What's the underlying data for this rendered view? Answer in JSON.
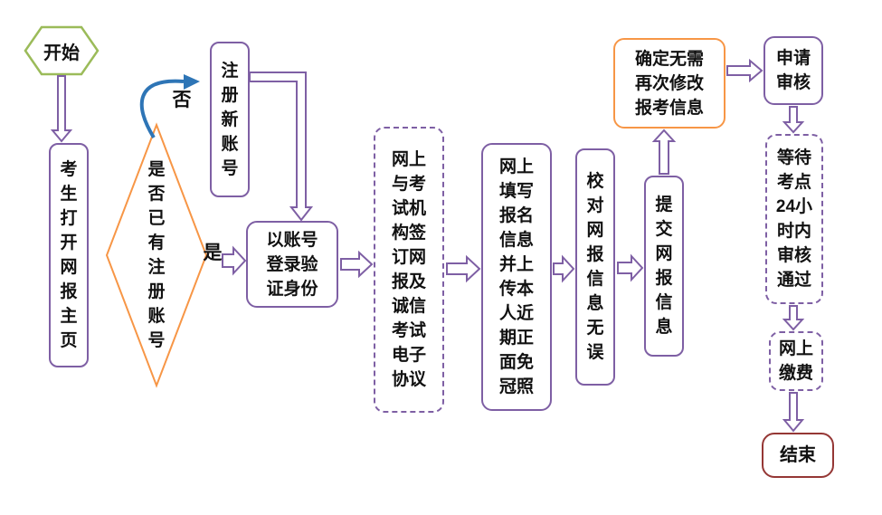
{
  "flowchart": {
    "title_hint": "exam-online-registration-flowchart",
    "nodes": {
      "start": "开始",
      "open_homepage": "考生打开网报主页",
      "has_account": "是否已有注册账号",
      "register_new": "注册新账号",
      "login_verify": "以账号登录验证身份",
      "sign_agreement": "网上与考试机构签订网报及诚信考试电子协议",
      "fill_info": "网上填写报名信息并上传本人近期正面免冠照",
      "proofread": "校对网报信息无误",
      "submit": "提交网报信息",
      "confirm_no_change": "确定无需再次修改报考信息",
      "apply_review": "申请审核",
      "wait_review": "等待考点24小时内审核通过",
      "pay_online": "网上缴费",
      "end": "结束"
    },
    "labels": {
      "no": "否",
      "yes": "是"
    },
    "colors": {
      "arrow": "#7E5FA4",
      "start_border": "#9BBB59",
      "decision_border": "#F79646",
      "confirm_border": "#F79646",
      "end_border": "#953735",
      "no_curve": "#2E75B6",
      "text": "#111111",
      "background": "#FFFFFF"
    }
  }
}
